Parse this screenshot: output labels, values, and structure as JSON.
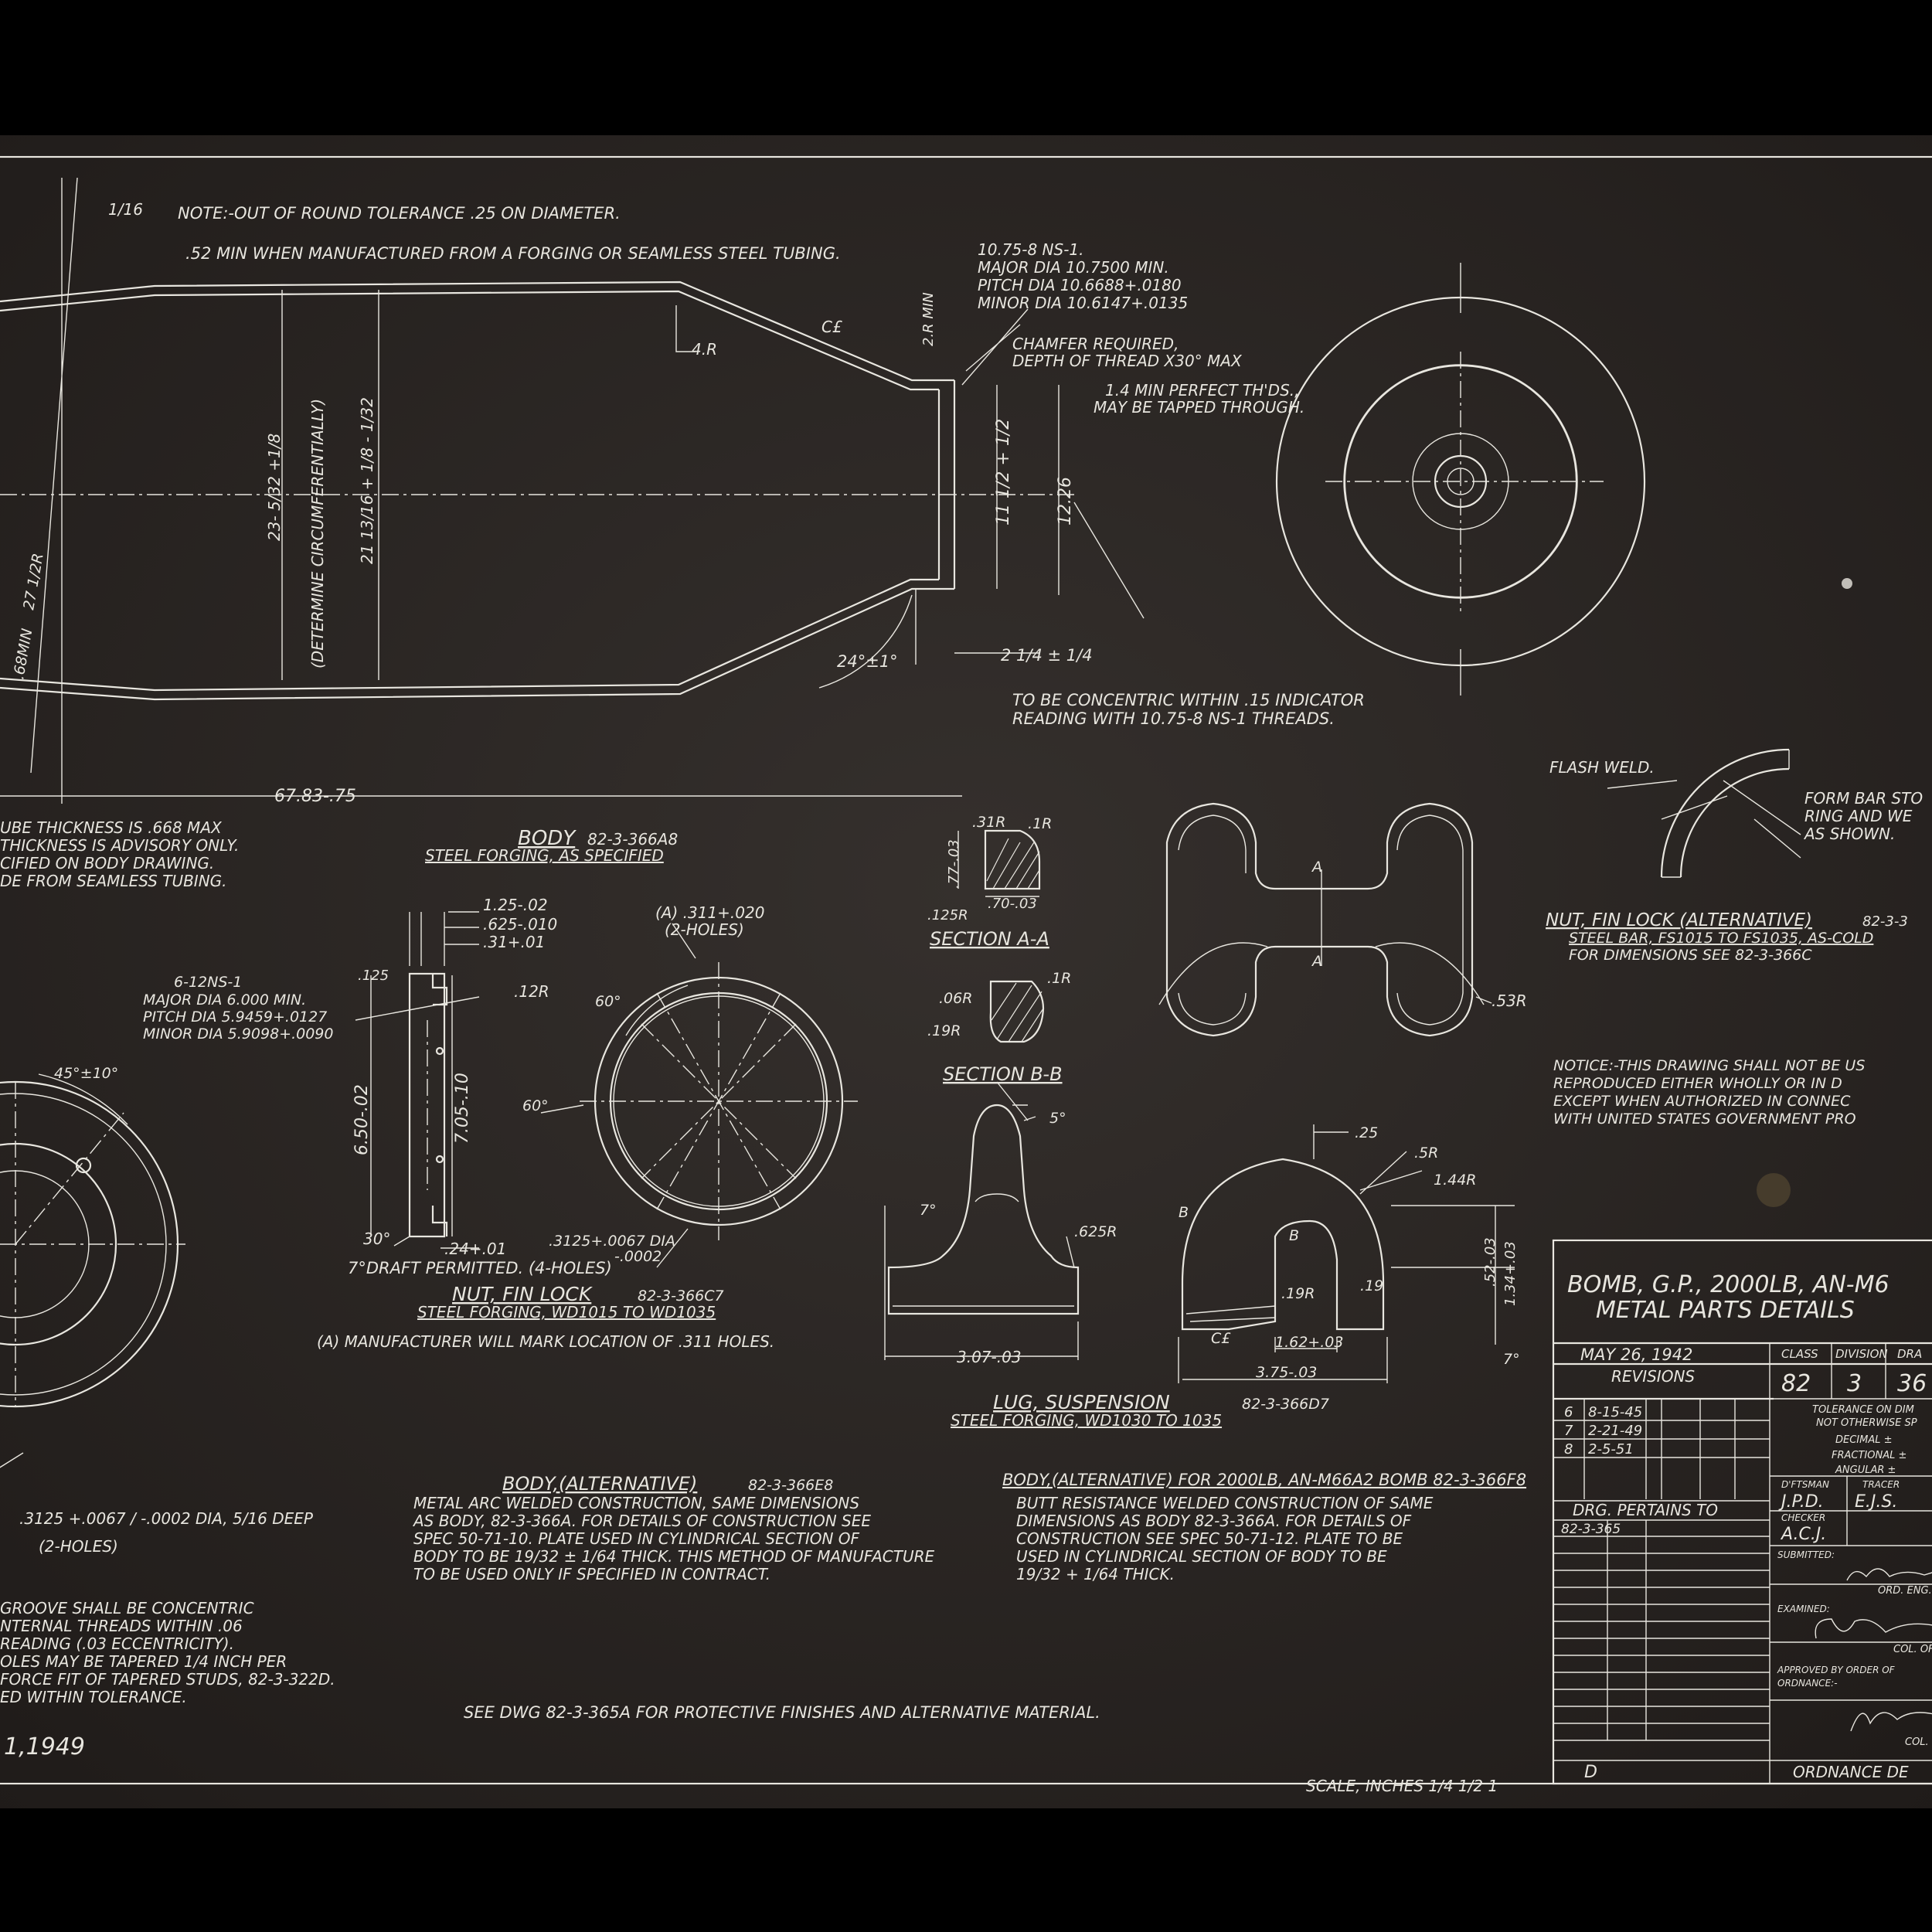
{
  "colors": {
    "paper": "#2d2725",
    "ink": "#e8e6df",
    "background": "#000000"
  },
  "notes": {
    "round_tol": "NOTE:-OUT OF ROUND TOLERANCE .25 ON DIAMETER.",
    "min_forging": ".52 MIN WHEN MANUFACTURED FROM A FORGING OR SEAMLESS STEEL TUBING.",
    "thread_spec": [
      "10.75-8 NS-1.",
      "MAJOR DIA 10.7500 MIN.",
      "PITCH DIA 10.6688+.0180",
      "MINOR DIA 10.6147+.0135"
    ],
    "chamfer": [
      "CHAMFER REQUIRED,",
      "DEPTH OF THREAD X30° MAX"
    ],
    "perfect_threads": [
      "1.4 MIN PERFECT TH'DS.,",
      "MAY BE TAPPED THROUGH."
    ],
    "concentric": [
      "TO BE CONCENTRIC WITHIN .15 INDICATOR",
      "READING WITH 10.75-8 NS-1 THREADS."
    ],
    "tube_notes": [
      "UBE THICKNESS IS .668 MAX",
      "THICKNESS IS ADVISORY ONLY.",
      "CIFIED ON BODY DRAWING.",
      "DE FROM SEAMLESS TUBING."
    ],
    "nut_thread": [
      "6-12NS-1",
      "MAJOR DIA 6.000 MIN.",
      "PITCH DIA 5.9459+.0127",
      "MINOR DIA 5.9098+.0090"
    ],
    "mark_holes": "(A) MANUFACTURER WILL MARK LOCATION OF .311 HOLES.",
    "draft": "7°DRAFT PERMITTED. (4-HOLES)",
    "groove": [
      "GROOVE SHALL BE CONCENTRIC",
      "NTERNAL THREADS WITHIN .06",
      "READING (.03 ECCENTRICITY).",
      "OLES MAY BE TAPERED 1/4 INCH PER",
      "FORCE FIT OF TAPERED STUDS, 82-3-322D.",
      "ED WITHIN TOLERANCE."
    ],
    "small_holes": [
      ".3125 +.0067 / -.0002 DIA, 5/16 DEEP",
      "(2-HOLES)"
    ],
    "finishes": "SEE DWG 82-3-365A FOR PROTECTIVE FINISHES AND ALTERNATIVE MATERIAL.",
    "scale": "SCALE, INCHES 1/4 1/2 1",
    "corner_date": "1,1949",
    "flash_weld": "FLASH WELD.",
    "form_bar": [
      "FORM BAR STO",
      "RING AND WE",
      "AS SHOWN."
    ],
    "notice": [
      "NOTICE:-THIS DRAWING SHALL NOT BE US",
      "REPRODUCED EITHER WHOLLY OR IN D",
      "EXCEPT WHEN AUTHORIZED IN CONNEC",
      "WITH UNITED STATES GOVERNMENT PRO"
    ]
  },
  "dims": {
    "d1_16": "1/16",
    "d4r": "4.R",
    "dcl": "C£",
    "d2rmin": "2.R MIN",
    "d23": "23- 5/32 +1/8",
    "d21": "21 13/16 + 1/8 - 1/32",
    "circ": "(DETERMINE CIRCUMFERENTIALLY)",
    "d11": "11 1/2 + 1/2",
    "d1226": "12.26",
    "d24": "24°±1°",
    "d214": "2 1/4 ± 1/4",
    "d6783": "67.83-.75",
    "d27": "27 1/2R",
    "d68": ".68MIN",
    "sec_a_31r": ".31R",
    "sec_a_1r": ".1R",
    "sec_a_77": ".77-.03",
    "sec_a_125r": ".125R",
    "sec_a_70": ".70-.03",
    "sec_b_06r": ".06R",
    "sec_b_1r": ".1R",
    "sec_b_19r": ".19R",
    "nut_125": "1.25-.02",
    "nut_625": ".625-.010",
    "nut_31": ".31+.01",
    "nut_12r": ".12R",
    "nut_125b": ".125",
    "nut_650": "6.50-.02",
    "nut_705": "7.05-.10",
    "nut_30": "30°",
    "nut_24": ".24+.01",
    "nut_311": "(A) .311+.020",
    "nut_2holes": "(2-HOLES)",
    "nut_60a": "60°",
    "nut_60b": "60°",
    "nut_3125": ".3125+.0067 DIA",
    "nut_0002": "-.0002",
    "lug_5": "5°",
    "lug_7": "7°",
    "lug_625r": ".625R",
    "lug_307": "3.07-.03",
    "lug2_25": ".25",
    "lug2_5r": ".5R",
    "lug2_144r": "1.44R",
    "lug2_b": "B",
    "lug2_19r": ".19R",
    "lug2_19": ".19",
    "lug2_162": "1.62+.03",
    "lug2_375": "3.75-.03",
    "lug2_52": ".52-.03",
    "lug2_134": "1.34+.03",
    "lug2_7": "7°",
    "lug2_cl": "C£",
    "a_mark": "A",
    "nut_53r": ".53R",
    "d45": "45°±10°"
  },
  "captions": {
    "body_title": "BODY",
    "body_num": "82-3-366A8",
    "body_sub": "STEEL FORGING, AS SPECIFIED",
    "sec_a": "SECTION A-A",
    "sec_b": "SECTION B-B",
    "nut_title": "NUT, FIN LOCK",
    "nut_num": "82-3-366C7",
    "nut_sub": "STEEL FORGING, WD1015 TO WD1035",
    "lug_title": "LUG, SUSPENSION",
    "lug_num": "82-3-366D7",
    "lug_sub": "STEEL FORGING, WD1030 TO 1035",
    "nut_alt_title": "NUT, FIN LOCK (ALTERNATIVE)",
    "nut_alt_num": "82-3-3",
    "nut_alt_sub": "STEEL BAR, FS1015 TO FS1035, AS-COLD",
    "nut_alt_dims": "FOR DIMENSIONS SEE 82-3-366C",
    "alt1_title": "BODY,(ALTERNATIVE)",
    "alt1_num": "82-3-366E8",
    "alt1_lines": [
      "METAL ARC WELDED CONSTRUCTION, SAME DIMENSIONS",
      "AS BODY, 82-3-366A. FOR DETAILS OF CONSTRUCTION SEE",
      "SPEC 50-71-10. PLATE USED IN CYLINDRICAL SECTION OF",
      "BODY TO BE 19/32 ± 1/64 THICK. THIS METHOD OF MANUFACTURE",
      "TO BE USED ONLY IF SPECIFIED IN CONTRACT."
    ],
    "alt2_title": "BODY,(ALTERNATIVE) FOR 2000LB, AN-M66A2 BOMB 82-3-366F8",
    "alt2_lines": [
      "BUTT RESISTANCE WELDED CONSTRUCTION OF SAME",
      "DIMENSIONS AS BODY 82-3-366A. FOR DETAILS OF",
      "CONSTRUCTION SEE SPEC 50-71-12. PLATE TO BE",
      "USED IN CYLINDRICAL SECTION OF BODY TO BE",
      "19/32 + 1/64 THICK."
    ]
  },
  "title_block": {
    "title1": "BOMB, G.P., 2000LB, AN-M6",
    "title2": "METAL PARTS DETAILS",
    "date": "MAY 26, 1942",
    "revisions": "REVISIONS",
    "class_h": "CLASS",
    "division_h": "DIVISION",
    "dra_h": "DRA",
    "class_v": "82",
    "division_v": "3",
    "dra_v": "36",
    "rev_rows": [
      {
        "n": "6",
        "d": "8-15-45"
      },
      {
        "n": "7",
        "d": "2-21-49"
      },
      {
        "n": "8",
        "d": "2-5-51"
      }
    ],
    "tol_h1": "TOLERANCE ON DIM",
    "tol_h2": "NOT OTHERWISE SP",
    "tol_dec": "DECIMAL ±",
    "tol_frac": "FRACTIONAL ±",
    "tol_ang": "ANGULAR ±",
    "dftsman": "D'FTSMAN",
    "dftsman_v": "J.P.D.",
    "tracer": "TRACER",
    "tracer_v": "E.J.S.",
    "checker": "CHECKER",
    "checker_v": "A.C.J.",
    "pertains": "DRG. PERTAINS TO",
    "pertains_v": "82-3-365",
    "submitted": "SUBMITTED:",
    "ord_eng": "ORD. ENG. OR",
    "examined": "EXAMINED:",
    "col_of": "COL. OF",
    "approved": "APPROVED BY ORDER OF",
    "ordnance": "ORDNANCE:-",
    "col_ord": "COL. OR",
    "size": "D",
    "dept": "ORDNANCE DE"
  }
}
